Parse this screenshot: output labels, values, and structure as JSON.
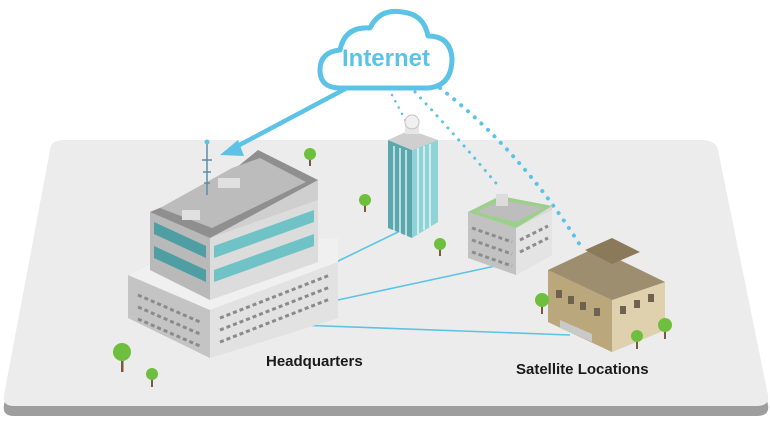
{
  "cloud": {
    "label": "Internet"
  },
  "labels": {
    "headquarters": "Headquarters",
    "satellite": "Satellite Locations"
  },
  "colors": {
    "accent": "#5cc3e6",
    "platform_top": "#ececec",
    "platform_side": "#a9a9a9",
    "building_light": "#e6e6e6",
    "building_dark": "#9a9a9a",
    "glass": "#5fb5b9",
    "tree": "#6fbf3f",
    "beige": "#d9c9a8"
  }
}
